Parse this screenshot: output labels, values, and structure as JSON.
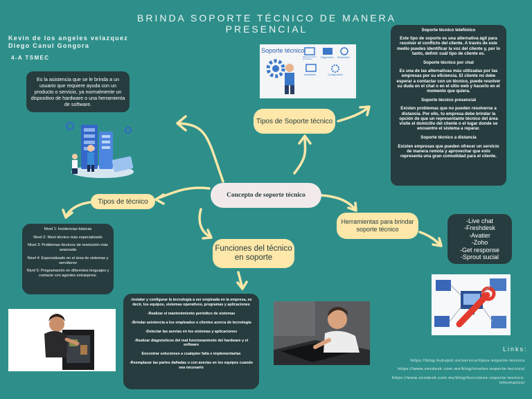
{
  "header": {
    "title": "BRINDA SOPORTE TÉCNICO DE MANERA PRESENCIAL",
    "authors": [
      "Kevin de los angeles velazquez",
      "Diego Canul Gongora"
    ],
    "group": "4-A TSMEC"
  },
  "definition": "Es la asistencia que se le brinda a un usuario que requiere ayuda con un producto o servicio, ya normalmente un dispositivo de hardware o una herramienta de software.",
  "center_node": "Concepto de soporte técnico",
  "nodes": {
    "tipos_soporte": "Tipos de Soporte técnico",
    "tipos_tecnico": "Tipos de técnico",
    "herramientas": "Herramientas para brindar soporte técnico",
    "funciones": "Funciones del técnico en soporte"
  },
  "levels": [
    "Nivel 1: Incidencias básicas",
    "Nivel 2: Nivel técnico más especializado",
    "Nivel 3: Problemas técnicos de resolución más avanzada",
    "Nivel 4: Especializado en el área de sistemas y servidores",
    "Nivel 5: Programación en diferentes lenguajes y contacto con agentes extranjeros."
  ],
  "support_types": [
    {
      "heading": "Soporte técnico telefónico",
      "text": "Este tipo de soporte es una alternativa ágil para resolver el conflicto del cliente. A través de este medio puedes identificar la voz del cliente y, por lo tanto, definir cuál tipo de cliente es."
    },
    {
      "heading": "Soporte técnico por chat",
      "text": "Es una de las alternativas más utilizadas por las empresas por su eficiencia. El cliente no debe esperar a contactar con un técnico, puede resolver su duda en el chat o en el sitio web y hacerlo en el momento que quiera."
    },
    {
      "heading": "Soporte técnico presencial",
      "text": "Existen problemas que no pueden resolverse a distancia. Por ello, tu empresa debe brindar la opción de que un representante técnico del área visite el domicilio del cliente o el lugar donde se encuentre el sistema a reparar."
    },
    {
      "heading": "Soporte técnico a distancia",
      "text": "Existen empresas que pueden ofrecer un servicio de manera remota y aprovechar que esto representa una gran comodidad para el cliente."
    }
  ],
  "tools": [
    "-Live chat",
    "-Freshdesk",
    "-Avatier",
    "-Zoho",
    "-Get response",
    "-Sprout sucial"
  ],
  "functions": [
    "-Instalar y configurar la tecnología a ser empleada en la empresa, es decir, los equipos, sistemas operativos, programas y aplicaciones",
    "-Realizar el mantenimiento periódico de sistemas",
    "-Brindar asistencia a los empleados o clientes acerca de tecnología",
    "-Detectar las averías en los sistemas y aplicaciones",
    "-Realizar diagnósticos del mal funcionamiento del hardware y el software",
    "Encontrar soluciones a cualquier falla e implementarlas",
    "-Reemplazar las partes dañadas o con averías en los equipos cuando sea necesario"
  ],
  "image_support": {
    "title": "Soporte técnico",
    "labels": [
      "Mantenimiento preventivo",
      "Diagnóstico",
      "Reparación",
      "Instalación",
      "Configuración"
    ]
  },
  "links": {
    "title": "Links:",
    "items": [
      "https://blog.hubspot.es/service/tipos-soporte-tecnico",
      "https://www.zendesk.com.mx/blog/niveles-soporte-tecnico/",
      "https://www.zendesk.com.mx/blog/funciones-soporte-tecnico-informatico/"
    ]
  },
  "colors": {
    "background": "#2e8f8a",
    "dark_box": "#263c3e",
    "pill": "#fde7a9",
    "arrow": "#fde7a9"
  }
}
